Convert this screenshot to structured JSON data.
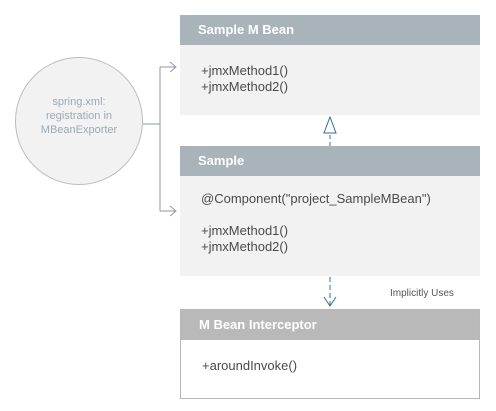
{
  "mbean": {
    "title": "Sample M Bean",
    "methods": [
      "+jmxMethod1()",
      "+jmxMethod2()"
    ]
  },
  "sample": {
    "title": "Sample",
    "annotation": "@Component(\"project_SampleMBean\")",
    "methods": [
      "+jmxMethod1()",
      "+jmxMethod2()"
    ]
  },
  "interceptor": {
    "title": "M Bean Interceptor",
    "methods": [
      "+aroundInvoke()"
    ]
  },
  "spring": {
    "lines": [
      "spring.xml:",
      "registration in",
      "MBeanExporter"
    ]
  },
  "relations": {
    "uses_label": "Implicitly Uses"
  },
  "colors": {
    "header": "#a9b3ba",
    "header_interceptor": "#b9b9b9",
    "box_fill": "#f2f2f2",
    "connector_gray": "#8a98a6",
    "connector_blue": "#2e6f9e",
    "circle_text": "#9aaab8"
  }
}
